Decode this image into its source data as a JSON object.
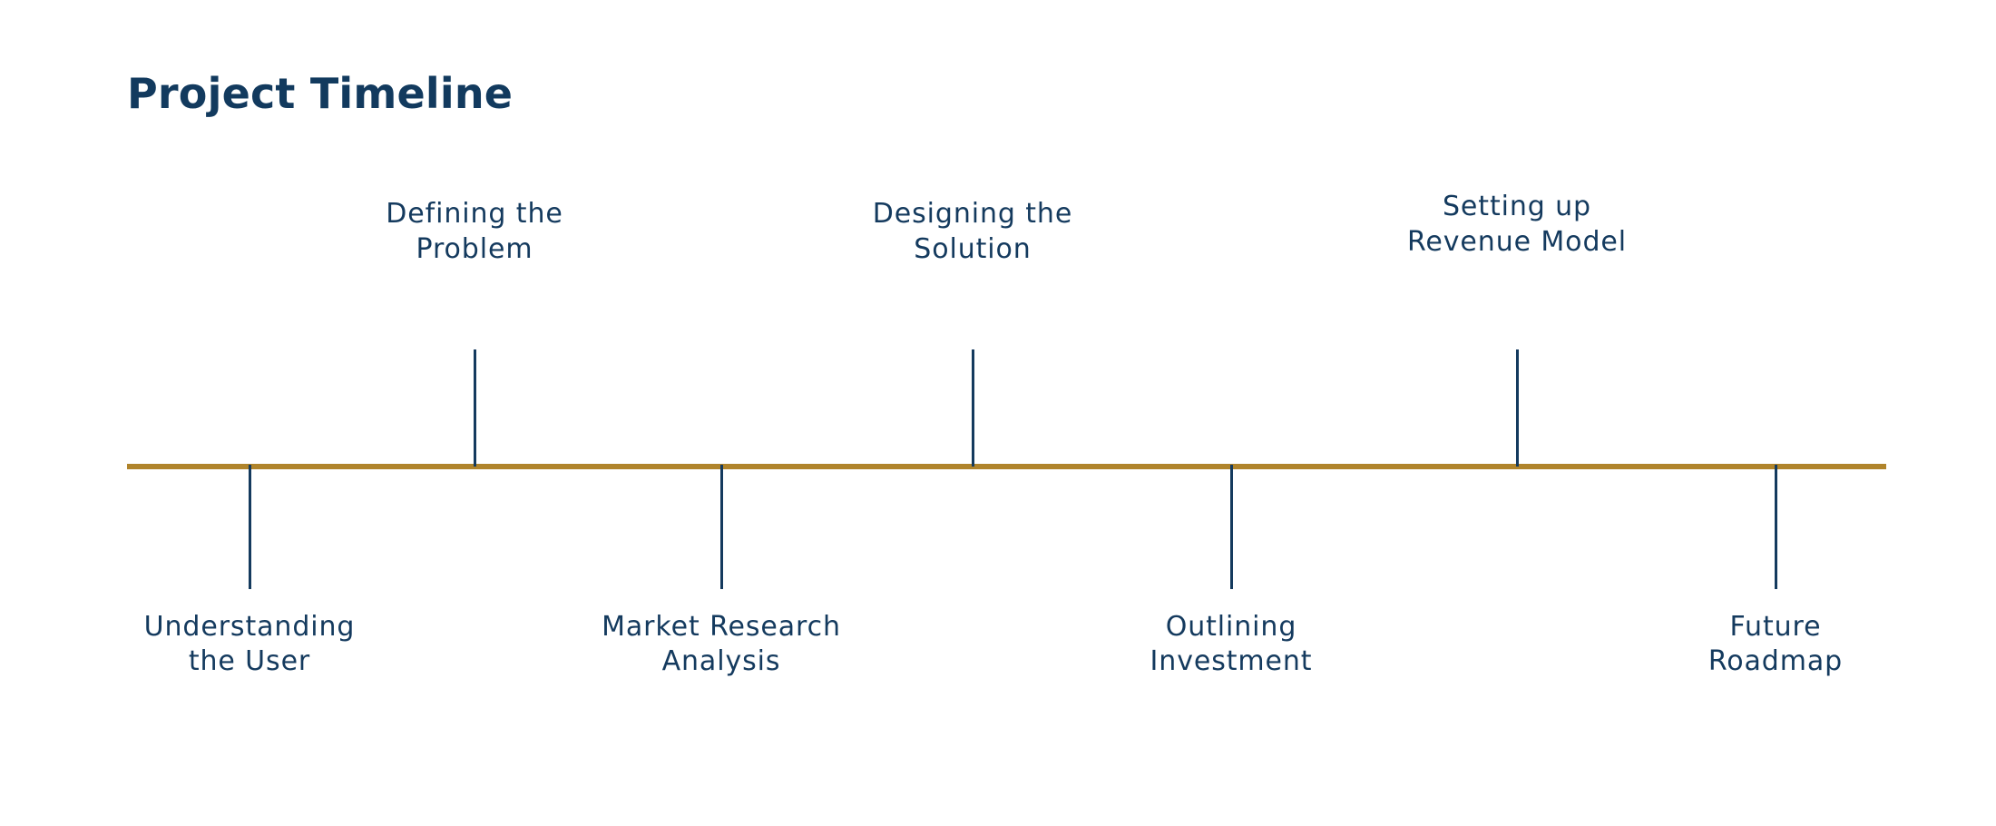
{
  "header": {
    "title": "Project Timeline"
  },
  "colors": {
    "navy": "#143a5e",
    "gold": "#b0842b",
    "background": "#ffffff"
  },
  "timeline": {
    "axis_label": "timeline-axis",
    "milestones": [
      {
        "label": "Understanding\nthe User",
        "position": "below",
        "x": 275
      },
      {
        "label": "Defining the\nProblem",
        "position": "above",
        "x": 523
      },
      {
        "label": "Market Research\nAnalysis",
        "position": "below",
        "x": 795
      },
      {
        "label": "Designing the\nSolution",
        "position": "above",
        "x": 1072
      },
      {
        "label": "Outlining\nInvestment",
        "position": "below",
        "x": 1357
      },
      {
        "label": "Setting up\nRevenue Model",
        "position": "above",
        "x": 1672
      },
      {
        "label": "Future\nRoadmap",
        "position": "below",
        "x": 1957
      }
    ]
  },
  "chart_data": {
    "type": "timeline",
    "title": "Project Timeline",
    "orientation": "horizontal",
    "axis_color": "#b0842b",
    "marker_color": "#143a5e",
    "categories": [
      "Understanding the User",
      "Defining the Problem",
      "Market Research Analysis",
      "Designing the Solution",
      "Outlining Investment",
      "Setting up Revenue Model",
      "Future Roadmap"
    ],
    "placements": [
      "below",
      "above",
      "below",
      "above",
      "below",
      "above",
      "below"
    ],
    "x": [
      275,
      523,
      795,
      1072,
      1357,
      1672,
      1957
    ],
    "xlim": [
      140,
      2079
    ],
    "grid": false,
    "legend": null
  }
}
